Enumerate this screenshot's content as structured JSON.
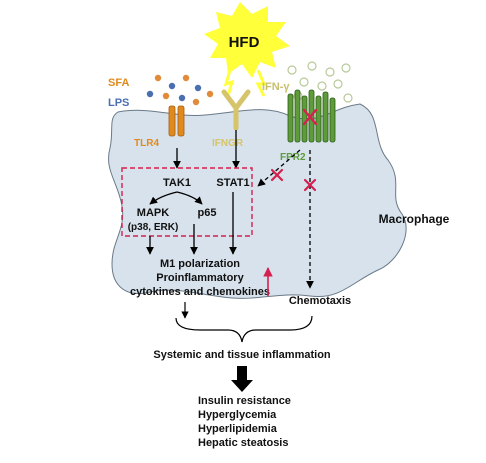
{
  "diagram": {
    "stimulus": "HFD",
    "ligands": {
      "sfa": "SFA",
      "lps": "LPS",
      "ifn": "IFN-γ"
    },
    "receptors": {
      "tlr4": "TLR4",
      "ifngr": "IFNGR",
      "fpr2": "FPR2"
    },
    "cell_label": "Macrophage",
    "nodes": {
      "tak1": "TAK1",
      "stat1": "STAT1",
      "mapk": "MAPK",
      "mapk_sub": "(p38, ERK)",
      "p65": "p65"
    },
    "outputs": {
      "m1_line1": "M1 polarization",
      "m1_line2": "Proinflammatory",
      "m1_line3": "cytokines and chemokines",
      "chemotaxis": "Chemotaxis"
    },
    "systemic": "Systemic and tissue inflammation",
    "outcomes": [
      "Insulin resistance",
      "Hyperglycemia",
      "Hyperlipidemia",
      "Hepatic steatosis"
    ],
    "colors": {
      "cell_fill": "#d7e2ec",
      "tlr4": "#e08a1e",
      "ifngr": "#d6c46a",
      "fpr2": "#5e9b3a",
      "sfa_dot": "#e08a3a",
      "lps_dot": "#4a6fb0",
      "ifn_dot": "#c9d5a3",
      "dash_box": "#d6204f",
      "inhibit": "#d6204f",
      "up_arrow": "#d6204f",
      "burst": "#ffff3a"
    }
  }
}
